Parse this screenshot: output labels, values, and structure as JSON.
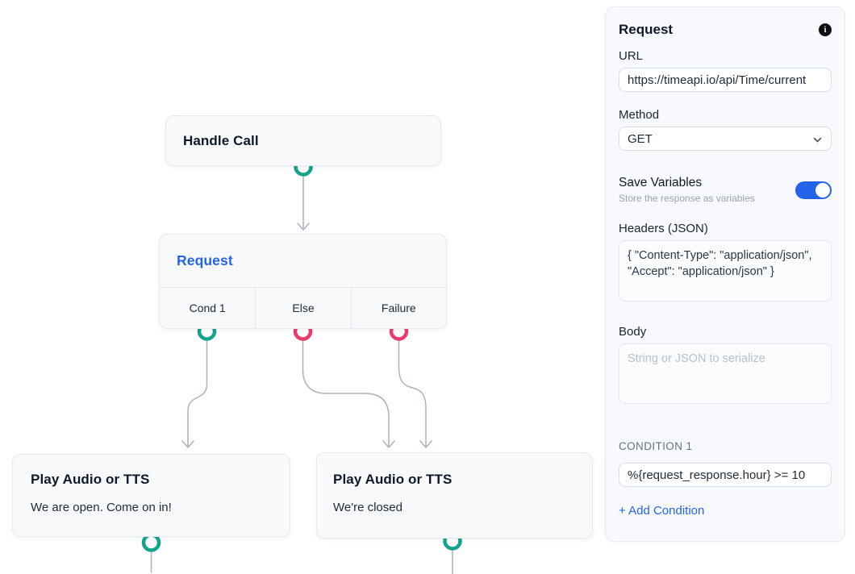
{
  "canvas": {
    "nodes": [
      {
        "title": "Handle Call"
      },
      {
        "title": "Request",
        "tabs": [
          "Cond 1",
          "Else",
          "Failure"
        ]
      },
      {
        "title": "Play Audio or TTS",
        "subtitle": "We are open. Come on in!"
      },
      {
        "title": "Play Audio or TTS",
        "subtitle": "We're closed"
      }
    ],
    "edges": [
      {
        "from": "handle-call",
        "to": "request"
      },
      {
        "from": "request:cond-1",
        "to": "play-audio-open"
      },
      {
        "from": "request:else",
        "to": "play-audio-closed"
      },
      {
        "from": "request:failure",
        "to": "play-audio-closed"
      }
    ]
  },
  "panel": {
    "title": "Request",
    "url": {
      "label": "URL",
      "value": "https://timeapi.io/api/Time/current"
    },
    "method": {
      "label": "Method",
      "value": "GET"
    },
    "save_variables": {
      "label": "Save Variables",
      "description": "Store the response as variables",
      "enabled": true
    },
    "headers": {
      "label": "Headers (JSON)",
      "value": "{ \"Content-Type\": \"application/json\", \"Accept\": \"application/json\" }"
    },
    "body": {
      "label": "Body",
      "value": "",
      "placeholder": "String or JSON to serialize"
    },
    "condition": {
      "label": "CONDITION 1",
      "value": "%{request_response.hour} >= 10"
    },
    "add_condition": "+ Add Condition"
  },
  "colors": {
    "accent_blue": "#2563eb",
    "port_success": "#14a38d",
    "port_failure": "#ee3a6e",
    "edge_gray": "#aab2bf",
    "toggle_on": "#2563eb"
  }
}
